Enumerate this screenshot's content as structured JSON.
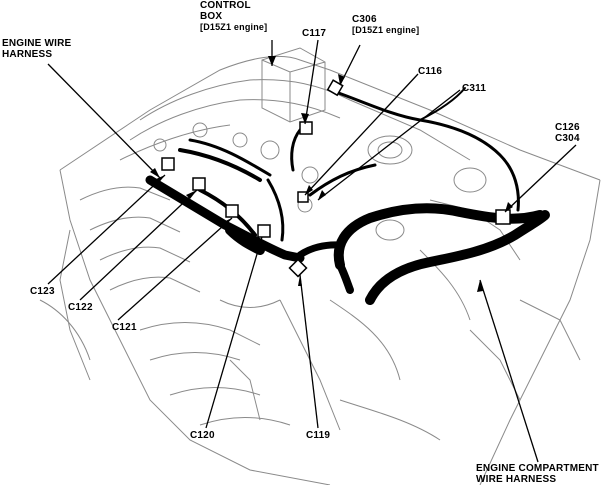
{
  "labels": {
    "control_box": [
      "CONTROL",
      "BOX",
      "[D15Z1 engine]"
    ],
    "engine_wire_harness": [
      "ENGINE WIRE",
      "HARNESS"
    ],
    "engine_compartment_wire_harness": [
      "ENGINE COMPARTMENT",
      "WIRE HARNESS"
    ],
    "c117": "C117",
    "c306": [
      "C306",
      "[D15Z1 engine]"
    ],
    "c116": "C116",
    "c311": "C311",
    "c126_c304": [
      "C126",
      "C304"
    ],
    "c123": "C123",
    "c122": "C122",
    "c121": "C121",
    "c120": "C120",
    "c119": "C119"
  },
  "colors": {
    "ink": "#000000",
    "paper": "#ffffff",
    "sketch": "#8a8a8a"
  }
}
